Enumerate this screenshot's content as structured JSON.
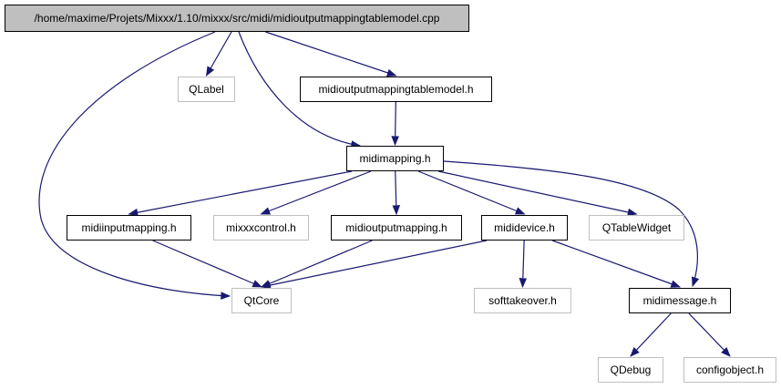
{
  "graph": {
    "edge_color": "#191970",
    "nodes": {
      "root": {
        "label": "/home/maxime/Projets/Mixxx/1.10/mixxx/src/midi/midioutputmappingtablemodel.cpp",
        "kind": "root"
      },
      "qlabel": {
        "label": "QLabel",
        "kind": "external"
      },
      "midioutputmappingtablemodel_h": {
        "label": "midioutputmappingtablemodel.h",
        "kind": "documented"
      },
      "midimapping_h": {
        "label": "midimapping.h",
        "kind": "documented"
      },
      "midiinputmapping_h": {
        "label": "midiinputmapping.h",
        "kind": "documented"
      },
      "mixxxcontrol_h": {
        "label": "mixxxcontrol.h",
        "kind": "external"
      },
      "midioutputmapping_h": {
        "label": "midioutputmapping.h",
        "kind": "documented"
      },
      "midedevice_h": {
        "label": "mididevice.h",
        "kind": "documented"
      },
      "qtablewidget": {
        "label": "QTableWidget",
        "kind": "external"
      },
      "qtcore": {
        "label": "QtCore",
        "kind": "external"
      },
      "softtakeover_h": {
        "label": "softtakeover.h",
        "kind": "external"
      },
      "midimessage_h": {
        "label": "midimessage.h",
        "kind": "documented"
      },
      "qdebug": {
        "label": "QDebug",
        "kind": "external"
      },
      "configobject_h": {
        "label": "configobject.h",
        "kind": "external"
      }
    },
    "edges": [
      [
        "root",
        "qlabel"
      ],
      [
        "root",
        "midioutputmappingtablemodel_h"
      ],
      [
        "root",
        "midimapping_h"
      ],
      [
        "root",
        "qtcore"
      ],
      [
        "midioutputmappingtablemodel_h",
        "midimapping_h"
      ],
      [
        "midimapping_h",
        "midiinputmapping_h"
      ],
      [
        "midimapping_h",
        "mixxxcontrol_h"
      ],
      [
        "midimapping_h",
        "midioutputmapping_h"
      ],
      [
        "midimapping_h",
        "midedevice_h"
      ],
      [
        "midimapping_h",
        "qtablewidget"
      ],
      [
        "midimapping_h",
        "midimessage_h"
      ],
      [
        "midiinputmapping_h",
        "qtcore"
      ],
      [
        "midioutputmapping_h",
        "qtcore"
      ],
      [
        "midedevice_h",
        "qtcore"
      ],
      [
        "midedevice_h",
        "softtakeover_h"
      ],
      [
        "midedevice_h",
        "midimessage_h"
      ],
      [
        "midimessage_h",
        "qdebug"
      ],
      [
        "midimessage_h",
        "configobject_h"
      ]
    ]
  }
}
